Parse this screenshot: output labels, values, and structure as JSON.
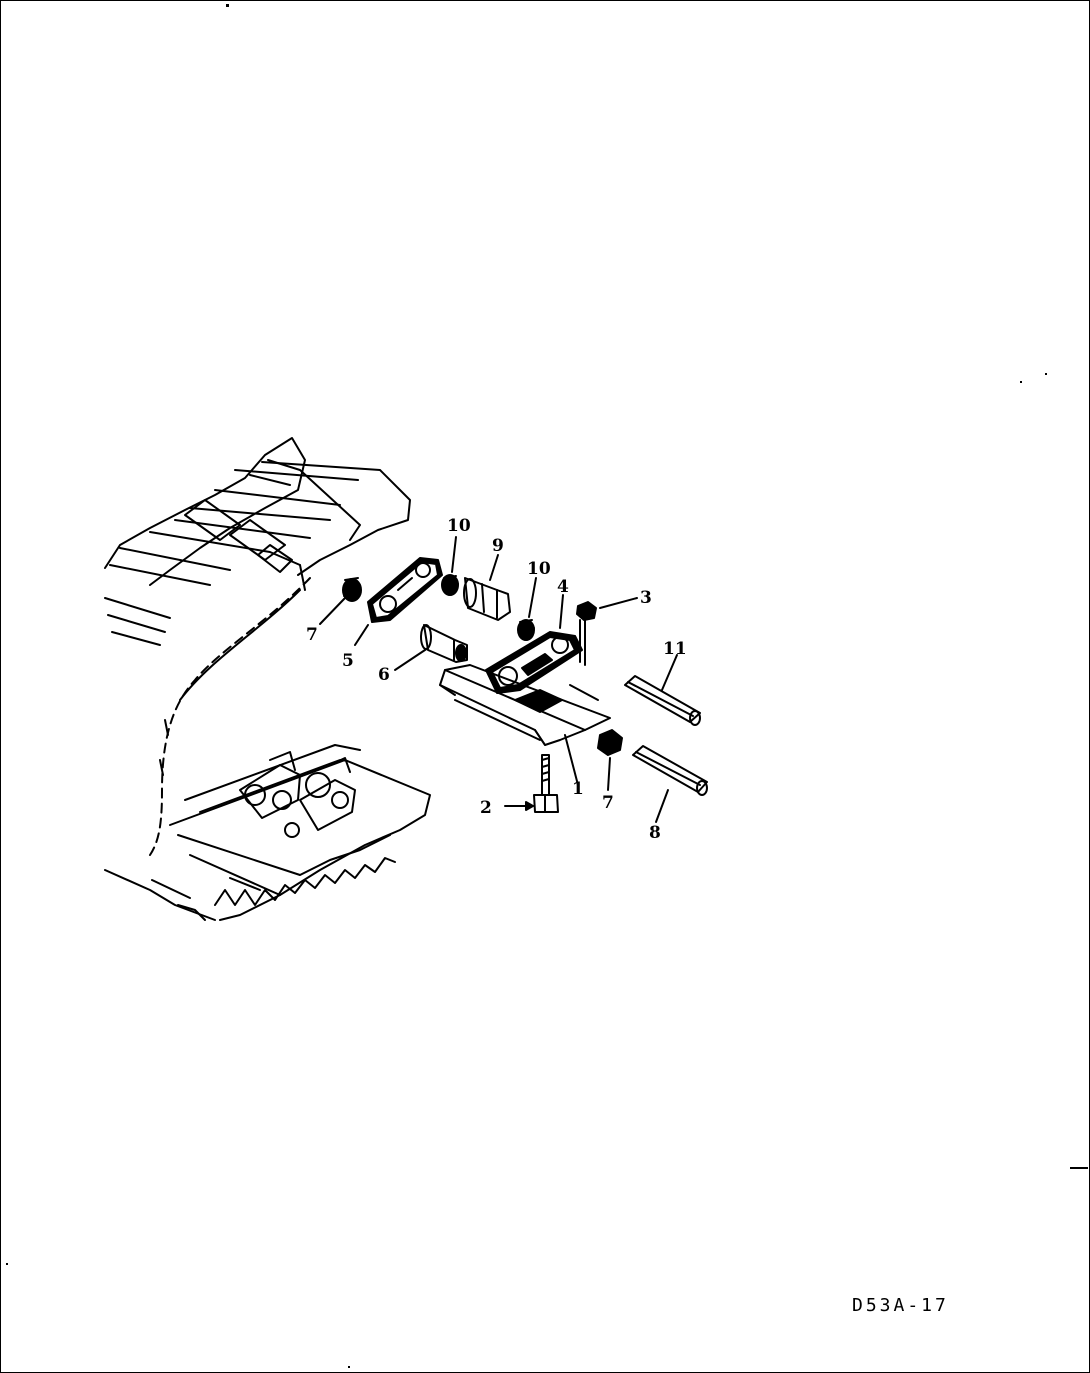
{
  "diagram": {
    "code": "D53A-17",
    "callouts": {
      "c1": "1",
      "c2": "2",
      "c3": "3",
      "c4": "4",
      "c5": "5",
      "c6": "6",
      "c7a": "7",
      "c7b": "7",
      "c8": "8",
      "c9": "9",
      "c10a": "10",
      "c10b": "10",
      "c11": "11"
    }
  }
}
